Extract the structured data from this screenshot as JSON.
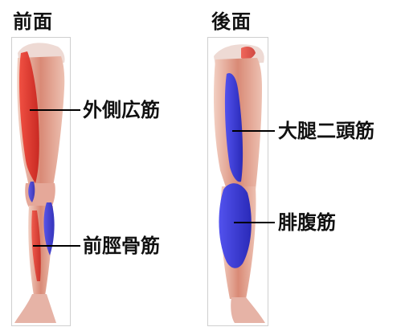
{
  "front": {
    "heading": "前面",
    "labels": {
      "vastus_lateralis": "外側広筋",
      "tibialis_anterior": "前脛骨筋"
    }
  },
  "back": {
    "heading": "後面",
    "labels": {
      "biceps_femoris": "大腿二頭筋",
      "gastrocnemius": "腓腹筋"
    }
  },
  "colors": {
    "highlight_red": "#e8332a",
    "highlight_blue": "#3a3ad8",
    "muscle_base": "#d98a76",
    "leader_line": "#000000",
    "panel_border": "#cfcfcf"
  }
}
